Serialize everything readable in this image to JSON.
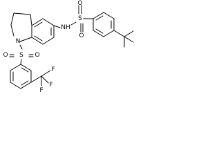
{
  "molecule": {
    "atom_labels": {
      "ring_n": "N",
      "amide_nh": "NH",
      "sulfonamide_s": "S",
      "sulfonamide_o_top": "O",
      "sulfonamide_o_bottom": "O",
      "sulfonyl_s": "S",
      "sulfonyl_o_left": "O",
      "sulfonyl_o_right": "O",
      "fluorine_1": "F",
      "fluorine_2": "F",
      "fluorine_3": "F"
    }
  }
}
